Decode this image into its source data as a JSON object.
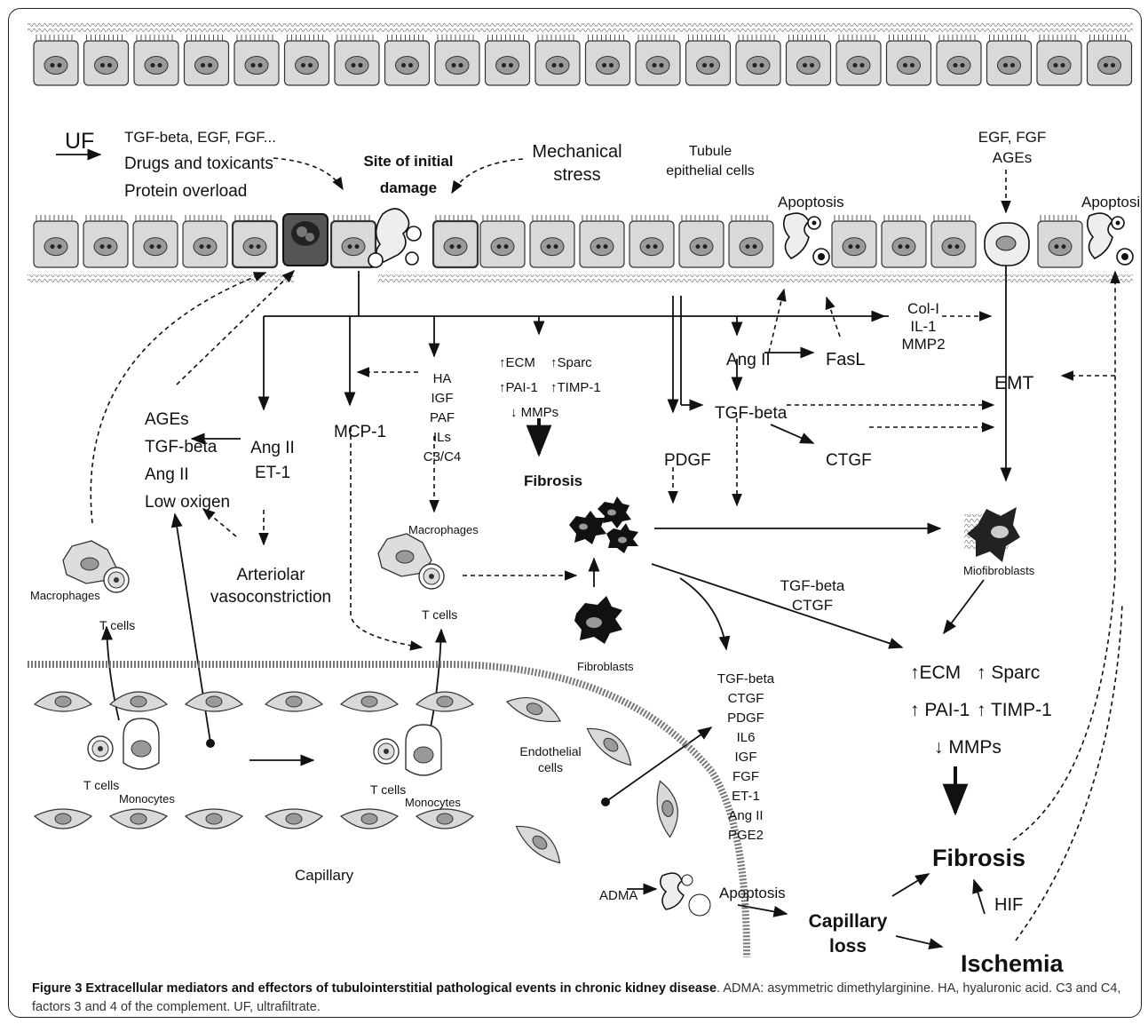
{
  "labels": {
    "uf": "UF",
    "stim_tgf": "TGF-beta, EGF, FGF...",
    "stim_drugs": "Drugs and toxicants",
    "stim_protein": "Protein overload",
    "site_line1": "Site of initial",
    "site_line2": "damage",
    "mech_line1": "Mechanical",
    "mech_line2": "stress",
    "tubule_line1": "Tubule",
    "tubule_line2": "epithelial cells",
    "egf_line1": "EGF, FGF",
    "egf_line2": "AGEs",
    "apoptosis_1": "Apoptosis",
    "apoptosis_2": "Apoptosis",
    "apoptosis_3": "Apoptosis",
    "col_1": "Col-I",
    "il_1": "IL-1",
    "mmp2": "MMP2",
    "ang_ii_top": "Ang II",
    "fasl": "FasL",
    "emt": "EMT",
    "ecm_small": "↑ECM",
    "sparc_small": "↑Sparc",
    "pai_small": "↑PAI-1",
    "timp_small": "↑TIMP-1",
    "mmps_small": "↓ MMPs",
    "fibrosis_small": "Fibrosis",
    "ha": "HA",
    "igf": "IGF",
    "paf": "PAF",
    "ils": "ILs",
    "c3c4": "C3/C4",
    "mcp1": "MCP-1",
    "pdgf": "PDGF",
    "tgf_center": "TGF-beta",
    "ctgf_center": "CTGF",
    "ages": "AGEs",
    "tgf_left": "TGF-beta",
    "ang_ii_left": "Ang II",
    "low_oxigen": "Low oxigen",
    "ang_ii_mid": "Ang II",
    "et1_mid": "ET-1",
    "art_line1": "Arteriolar",
    "art_line2": "vasoconstriction",
    "macrophages_left": "Macrophages",
    "tcells_left": "T cells",
    "macrophages_mid": "Macrophages",
    "tcells_mid": "T cells",
    "fibroblasts": "Fibroblasts",
    "miofibroblasts": "Miofibroblasts",
    "tgf_beta_diag": "TGF-beta",
    "ctgf_diag": "CTGF",
    "ecm_big": "↑ECM",
    "sparc_big": "↑ Sparc",
    "pai_big": "↑ PAI-1",
    "timp_big": "↑ TIMP-1",
    "mmps_big": "↓ MMPs",
    "fibrosis_big": "Fibrosis",
    "hif": "HIF",
    "ischemia": "Ischemia",
    "cap_loss_1": "Capillary",
    "cap_loss_2": "loss",
    "adma": "ADMA",
    "list_tgf": "TGF-beta",
    "list_ctgf": "CTGF",
    "list_pdgf": "PDGF",
    "list_il6": "IL6",
    "list_igf": "IGF",
    "list_fgf": "FGF",
    "list_et1": "ET-1",
    "list_angii": "Ang II",
    "list_pge2": "PGE2",
    "endo_1": "Endothelial",
    "endo_2": "cells",
    "tcells_cap1": "T cells",
    "monocytes_cap1": "Monocytes",
    "tcells_cap2": "T cells",
    "monocytes_cap2": "Monocytes",
    "capillary": "Capillary"
  },
  "caption": {
    "title": "Figure 3 Extracellular mediators and effectors of tubulointerstitial pathological events in chronic kidney disease",
    "body": ". ADMA: asymmetric dimethylarginine. HA, hyaluronic acid. C3 and C4, factors 3 and 4 of the complement. UF, ultrafiltrate."
  },
  "colors": {
    "cell_fill": "#d9d9d9",
    "nucleus_fill": "#9a9a9a",
    "line": "#111111",
    "damaged_cell": "#555555"
  }
}
